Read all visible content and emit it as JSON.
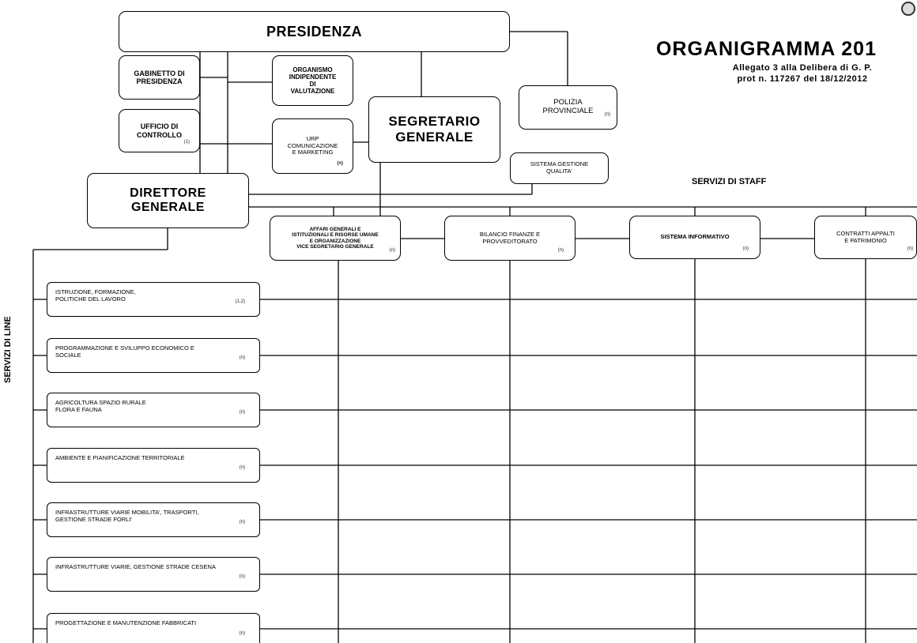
{
  "title": "ORGANIGRAMMA 201",
  "subtitle_line1": "Allegato 3 alla Delibera di G. P.",
  "subtitle_line2": "prot n. 117267 del 18/12/2012",
  "top": {
    "presidenza": "PRESIDENZA",
    "gabinetto": "GABINETTO DI\nPRESIDENZA",
    "oiv": "ORGANISMO\nINDIPENDENTE\nDI\nVALUTAZIONE",
    "ufficio_controllo": "UFFICIO DI\nCONTROLLO",
    "ufficio_controllo_code": "(1)",
    "urp": "URP\nCOMUNICAZIONE\nE MARKETING",
    "urp_code": "(n)",
    "segretario": "SEGRETARIO\nGENERALE",
    "polizia": "POLIZIA\nPROVINCIALE",
    "polizia_code": "(n)",
    "qualita": "SISTEMA GESTIONE\nQUALITA'",
    "direttore": "DIRETTORE\nGENERALE"
  },
  "staff": {
    "label": "SERVIZI DI STAFF",
    "items": [
      {
        "label": "AFFARI GENERALI E\nISTITUZIONALI E RISORSE UMANE\nE ORGANIZZAZIONE\nVICE SEGRETARIO GENERALE",
        "code": "(n)"
      },
      {
        "label": "BILANCIO FINANZE E\nPROVVEDITORATO",
        "code": "(n)"
      },
      {
        "label": "SISTEMA INFORMATIVO",
        "code": "(n)"
      },
      {
        "label": "CONTRATTI APPALTI\nE PATRIMONIO",
        "code": "(n)"
      }
    ]
  },
  "line": {
    "label": "SERVIZI DI LINE",
    "items": [
      {
        "label": "ISTRUZIONE, FORMAZIONE,\nPOLITICHE DEL LAVORO",
        "code": "(1.2)"
      },
      {
        "label": "PROGRAMMAZIONE E SVILUPPO ECONOMICO E\nSOCIALE",
        "code": "(n)"
      },
      {
        "label": "AGRICOLTURA SPAZIO RURALE\nFLORA E FAUNA",
        "code": "(n)"
      },
      {
        "label": "AMBIENTE E PIANIFICAZIONE TERRITORIALE",
        "code": "(n)"
      },
      {
        "label": "INFRASTRUTTURE VIARIE MOBILITA', TRASPORTI,\nGESTIONE STRADE FORLI'",
        "code": "(n)"
      },
      {
        "label": "INFRASTRUTTURE VIARIE, GESTIONE STRADE CESENA",
        "code": "(n)"
      },
      {
        "label": "PROGETTAZIONE E MANUTENZIONE FABBRICATI",
        "code": "(n)"
      }
    ]
  }
}
